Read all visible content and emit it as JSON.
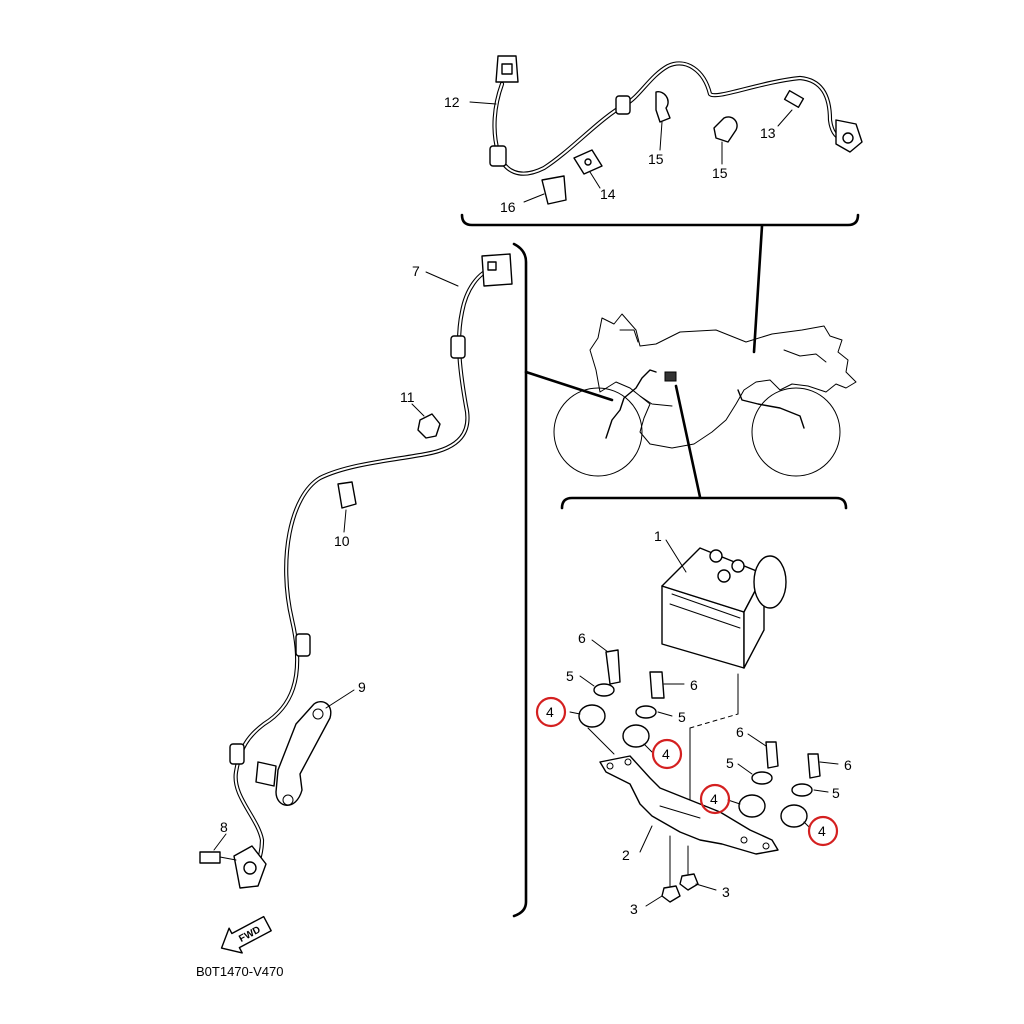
{
  "diagram_code": "B0T1470-V470",
  "fwd_label": "FWD",
  "accent_color": "#d42020",
  "callouts": {
    "c1": "1",
    "c2": "2",
    "c3a": "3",
    "c3b": "3",
    "c4a": "4",
    "c4b": "4",
    "c4c": "4",
    "c4d": "4",
    "c5a": "5",
    "c5b": "5",
    "c5c": "5",
    "c5d": "5",
    "c6a": "6",
    "c6b": "6",
    "c6c": "6",
    "c6d": "6",
    "c7": "7",
    "c8": "8",
    "c9": "9",
    "c10": "10",
    "c11": "11",
    "c12": "12",
    "c13": "13",
    "c14": "14",
    "c15a": "15",
    "c15b": "15",
    "c16": "16"
  },
  "highlighted_parts": [
    "4"
  ]
}
